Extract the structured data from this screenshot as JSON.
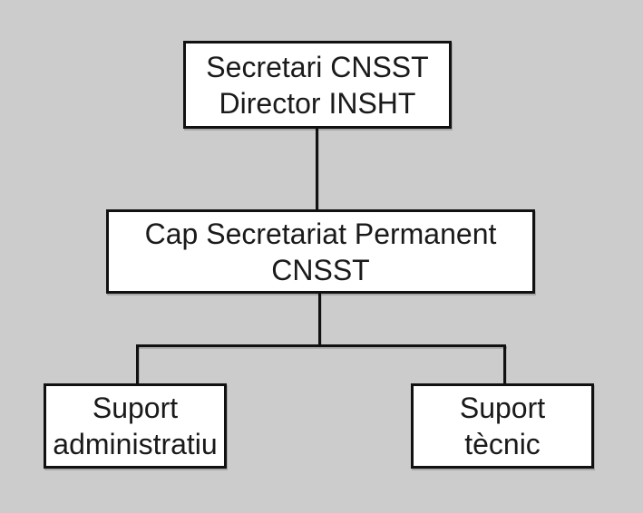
{
  "diagram": {
    "type": "org-chart",
    "colors": {
      "background": "#cccccc",
      "node_fill": "#ffffff",
      "node_border": "#111111",
      "connector": "#111111",
      "text": "#1a1a1a"
    },
    "nodes": {
      "root": {
        "id": "secretari-cnsst",
        "lines": [
          "Secretari CNSST",
          "Director INSHT"
        ]
      },
      "manager": {
        "id": "cap-secretariat-permanent",
        "lines": [
          "Cap Secretariat Permanent",
          "CNSST"
        ]
      },
      "support_admin": {
        "id": "suport-administratiu",
        "lines": [
          "Suport",
          "administratiu"
        ]
      },
      "support_tech": {
        "id": "suport-tecnic",
        "lines": [
          "Suport",
          "tècnic"
        ]
      }
    },
    "edges": [
      {
        "from": "secretari-cnsst",
        "to": "cap-secretariat-permanent"
      },
      {
        "from": "cap-secretariat-permanent",
        "to": "suport-administratiu"
      },
      {
        "from": "cap-secretariat-permanent",
        "to": "suport-tecnic"
      }
    ]
  }
}
